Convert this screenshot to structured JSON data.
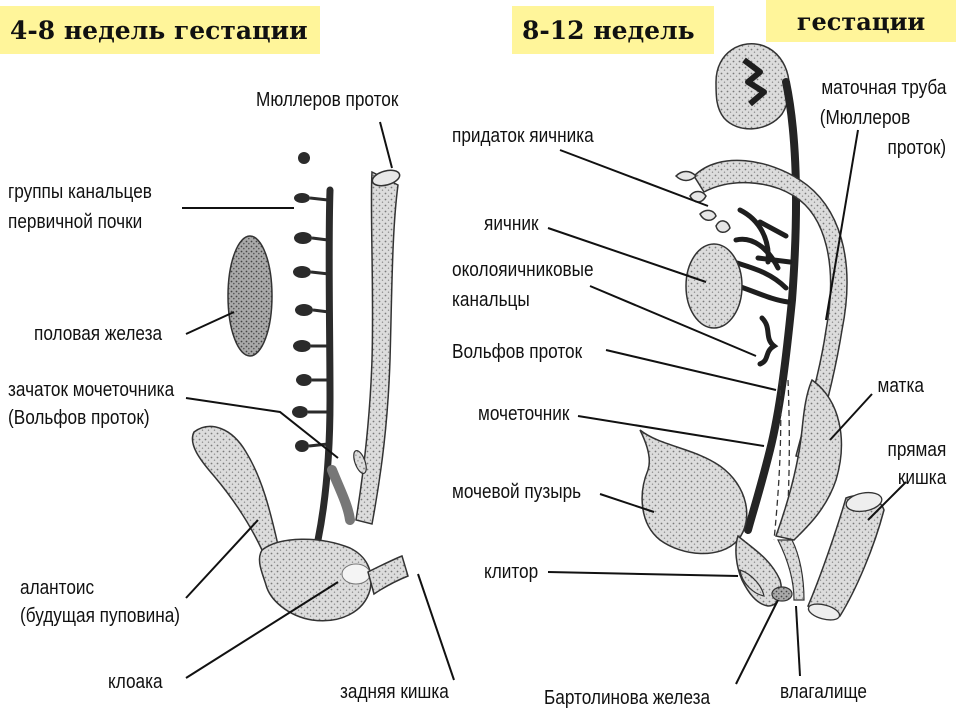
{
  "banners": {
    "left": "4-8 недель гестации",
    "middle": "8-12 недель",
    "right": "гестации"
  },
  "left_labels": {
    "muller_duct": "Мюллеров проток",
    "tubule_groups_1": "группы канальцев",
    "tubule_groups_2": "первичной почки",
    "gonad": "половая железа",
    "ureter_bud_1": "зачаток мочеточника",
    "ureter_bud_2": "(Вольфов проток)",
    "allantois_1": "алантоис",
    "allantois_2": "(будущая пуповина)",
    "cloaca": "клоака",
    "hindgut": "задняя кишка"
  },
  "right_labels": {
    "epoophoron": "придаток яичника",
    "ovary": "яичник",
    "paroophoron_1": "околояичниковые",
    "paroophoron_2": "канальцы",
    "wolffian_duct": "Вольфов проток",
    "ureter": "мочеточник",
    "bladder": "мочевой пузырь",
    "clitoris": "клитор",
    "bartholin": "Бартолинова железа",
    "vagina": "влагалище",
    "tube_1": "маточная труба",
    "tube_2": "(Мюллеров",
    "tube_3": "проток)",
    "uterus": "матка",
    "rectum_1": "прямая",
    "rectum_2": "кишка"
  },
  "colors": {
    "banner_fill": "#fff59a",
    "tissue_light": "#d9d9d9",
    "tissue_mid": "#bdbdbd",
    "tissue_dark": "#2b2b2b"
  }
}
